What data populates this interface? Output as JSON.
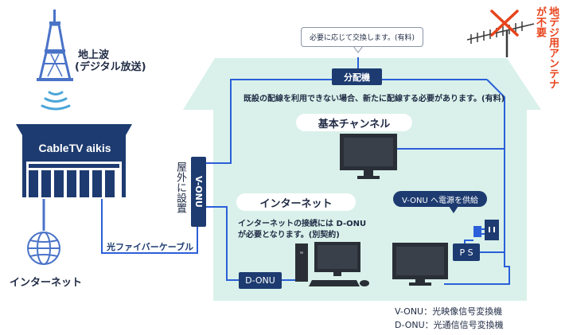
{
  "tv_tower_label_1": "地上波",
  "tv_tower_label_2": "(デジタル放送)",
  "company_name": "CableTV aikis",
  "internet_label_left": "インターネット",
  "fiber_label": "光ファイバーケーブル",
  "vonu_box_text": "V-ONU",
  "outdoor_install_label": "屋外に設置",
  "splitter_label": "分配機",
  "exchange_note": "必要に応じて交換します。(有料)",
  "existing_wiring_note": "既設の配線を利用できない場合、新たに配線する必要があります。(有料)",
  "basic_channel_label": "基本チャンネル",
  "internet_section_label": "インターネット",
  "internet_note_1": "インターネットの接続には D-ONU",
  "internet_note_2": "が必要となります。(別契約)",
  "donu_box_text": "D-ONU",
  "power_bubble": "V-ONU へ電源を供給",
  "ps_label": "P S",
  "antenna_note": "地デジ用アンテナが不要",
  "legend_vonu": "V-ONU：光映像信号変換機",
  "legend_donu": "D-ONU：光通信信号変換機",
  "colors": {
    "house_fill": "#d9f1ea",
    "navy": "#1d3b70",
    "cable_blue": "#2b5fd9",
    "accent_red": "#e8431c",
    "tower_blue": "#4a73c8"
  }
}
